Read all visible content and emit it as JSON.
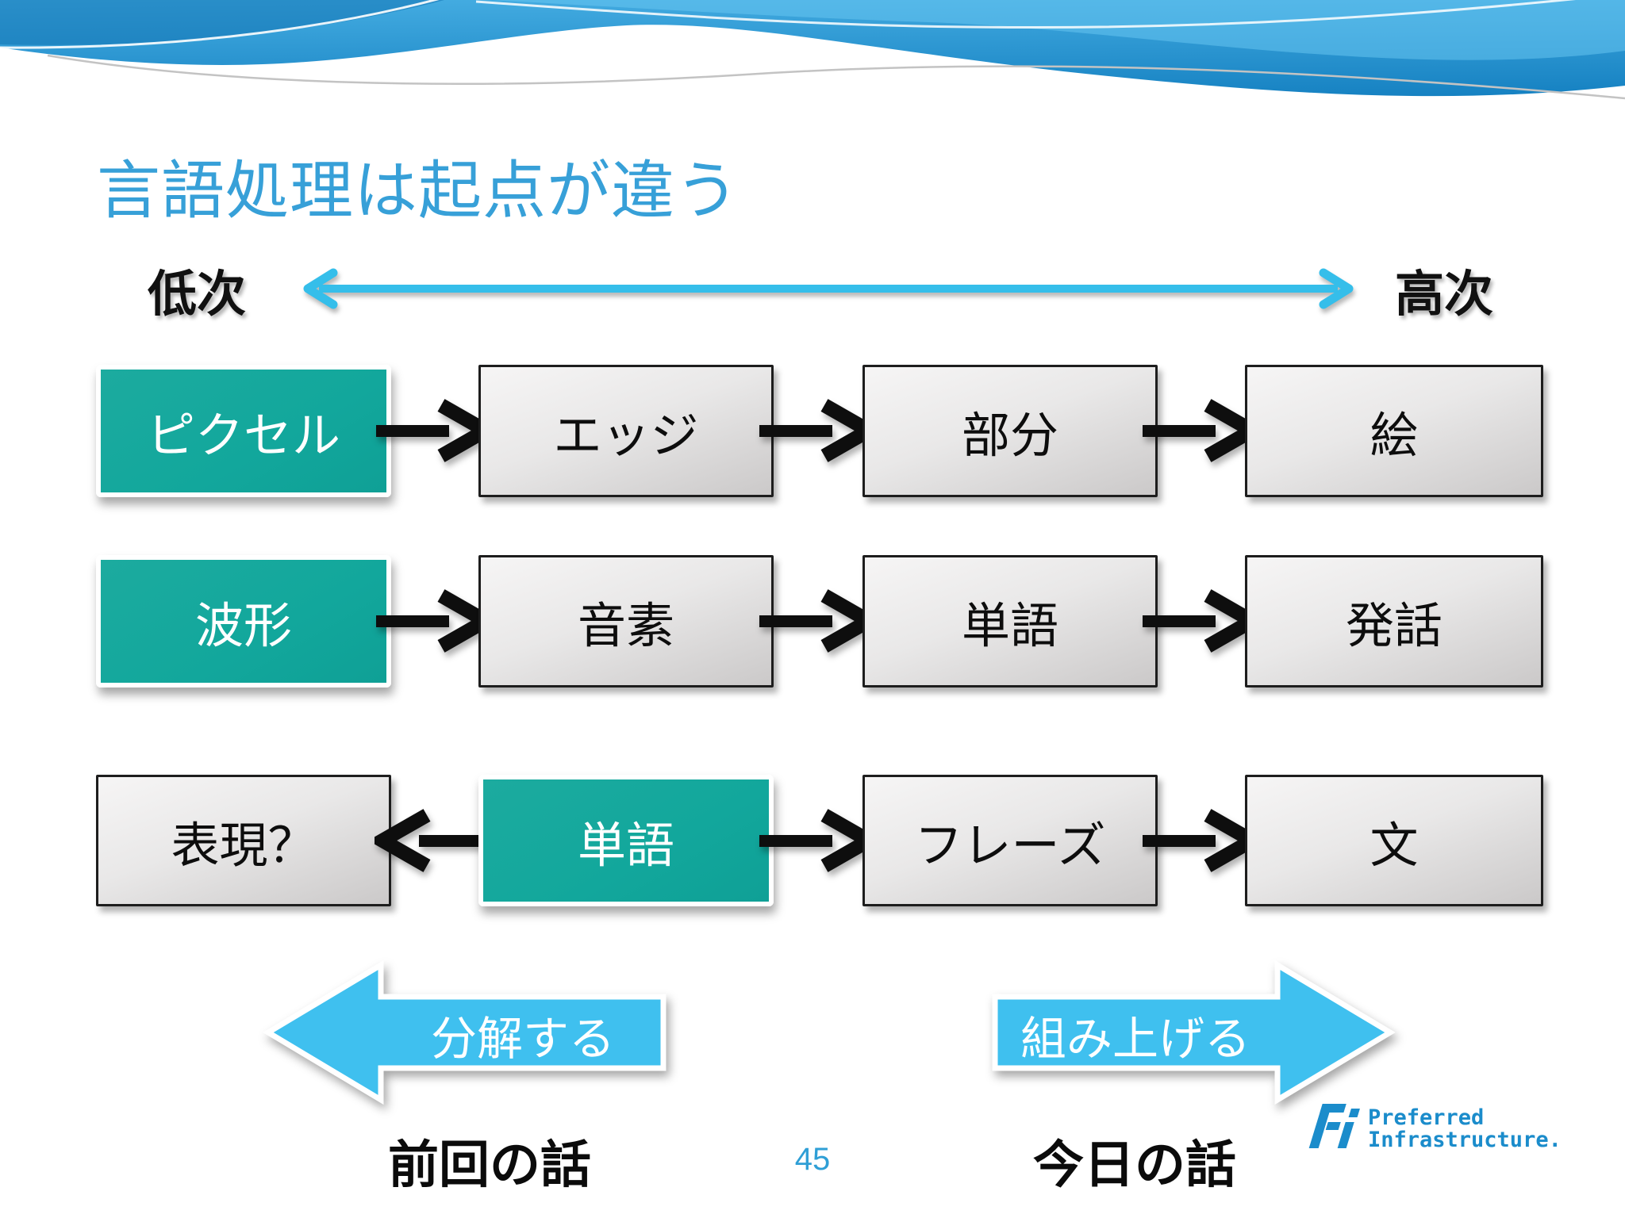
{
  "slide": {
    "title": "言語処理は起点が違う",
    "page_number": "45"
  },
  "axis": {
    "left_label": "低次",
    "right_label": "高次",
    "arrow": "double-headed"
  },
  "rows": [
    {
      "items": [
        {
          "text": "ピクセル",
          "highlight": true
        },
        {
          "text": "エッジ",
          "highlight": false
        },
        {
          "text": "部分",
          "highlight": false
        },
        {
          "text": "絵",
          "highlight": false
        }
      ],
      "arrows": [
        "right",
        "right",
        "right"
      ]
    },
    {
      "items": [
        {
          "text": "波形",
          "highlight": true
        },
        {
          "text": "音素",
          "highlight": false
        },
        {
          "text": "単語",
          "highlight": false
        },
        {
          "text": "発話",
          "highlight": false
        }
      ],
      "arrows": [
        "right",
        "right",
        "right"
      ]
    },
    {
      "items": [
        {
          "text": "表現？",
          "highlight": false
        },
        {
          "text": "単語",
          "highlight": true
        },
        {
          "text": "フレーズ",
          "highlight": false
        },
        {
          "text": "文",
          "highlight": false
        }
      ],
      "arrows": [
        "left",
        "right",
        "right"
      ]
    }
  ],
  "bottom": {
    "left_arrow_label": "分解する",
    "right_arrow_label": "組み上げる",
    "left_caption": "前回の話",
    "right_caption": "今日の話"
  },
  "logo": {
    "line1": "Preferred",
    "line2": "Infrastructure."
  },
  "colors": {
    "title_blue": "#37a0d8",
    "axis_arrow_cyan": "#35beea",
    "highlight_teal": "#12a79c",
    "box_gray_top": "#f6f5f5",
    "box_gray_bottom": "#cbc9c9",
    "box_border": "#1d1d1d",
    "connector_black": "#0e0e0e",
    "block_arrow_cyan": "#3fc0ef",
    "page_number_blue": "#2f9fd6",
    "logo_blue": "#1b8ccb"
  }
}
